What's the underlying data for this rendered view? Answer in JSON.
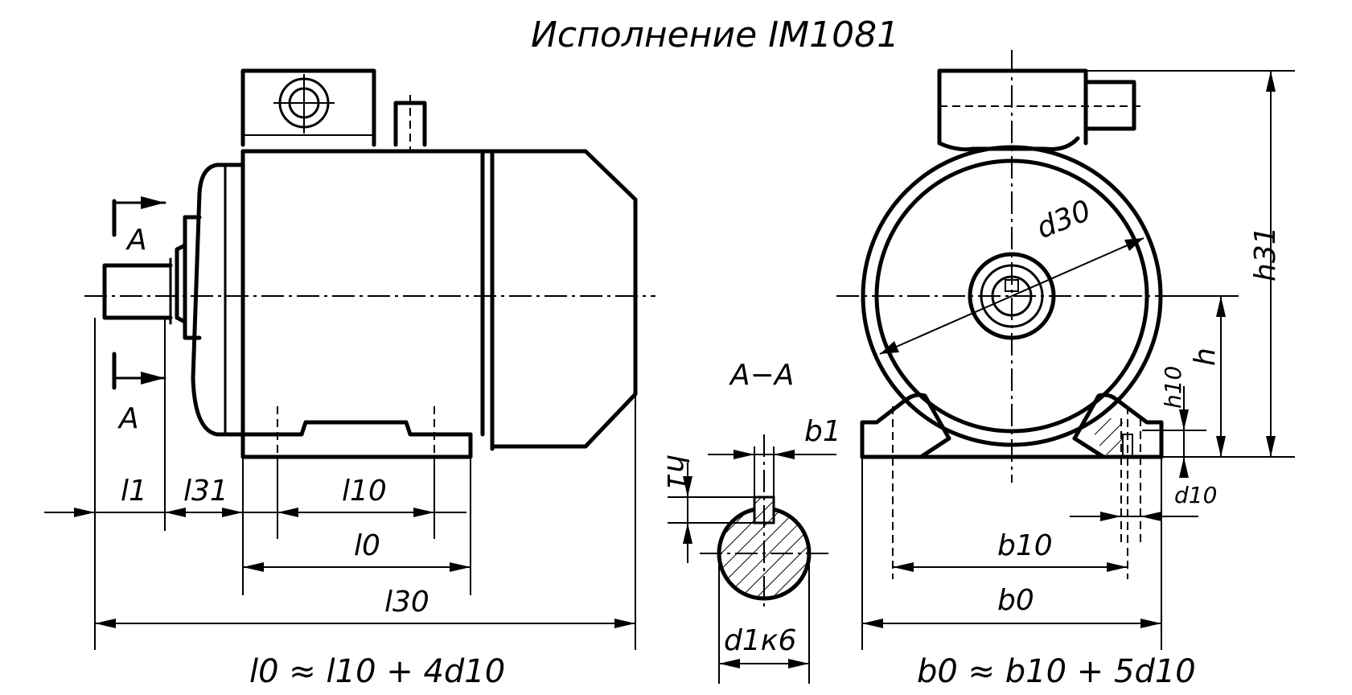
{
  "title": "Исполнение IM1081",
  "section_view": {
    "title": "A−A",
    "mark": "A"
  },
  "dimensions": {
    "l1": "l1",
    "l31": "l31",
    "l10": "l10",
    "l0": "l0",
    "l30": "l30",
    "b1": "b1",
    "h1": "h1",
    "d1": "d1к6",
    "d30": "d30",
    "h31": "h31",
    "h": "h",
    "h10": "h10",
    "d10": "d10",
    "b10": "b10",
    "b0": "b0"
  },
  "formulas": {
    "length": "l0 ≈ l10 + 4d10",
    "width": "b0 ≈ b10 + 5d10"
  }
}
